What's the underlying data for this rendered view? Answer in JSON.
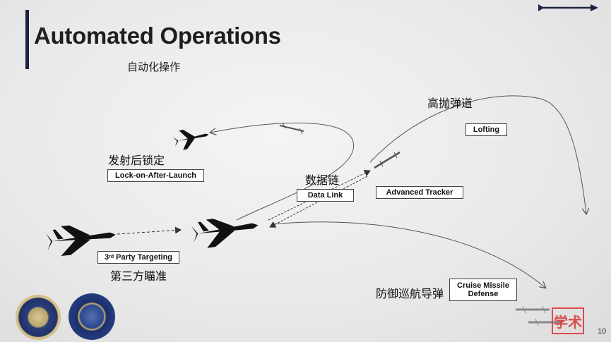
{
  "slide": {
    "title": "Automated Operations",
    "subtitle": "自动化操作",
    "page_number": "10"
  },
  "labels": {
    "lock_on_after_launch": {
      "zh": "发射后锁定",
      "en": "Lock-on-After-Launch"
    },
    "data_link": {
      "zh": "数据链",
      "en": "Data Link"
    },
    "advanced_tracker": {
      "en": "Advanced Tracker"
    },
    "lofting": {
      "zh": "高抛弹道",
      "en": "Lofting"
    },
    "third_party_targeting": {
      "zh": "第三方瞄准",
      "en_sup": "rd",
      "en_prefix": "3",
      "en_suffix": " Party Targeting"
    },
    "cruise_missile_defense": {
      "zh": "防御巡航导弹",
      "en_line1": "Cruise Missile",
      "en_line2": "Defense"
    }
  },
  "watermark": {
    "text": "学术"
  },
  "colors": {
    "title_bar": "#1c2340",
    "arrow_stroke": "#555555",
    "watermark": "#dd3333"
  },
  "icons": [
    "fighter-jet-icon",
    "missile-icon",
    "arrow-logo-icon",
    "seal-emblem-icon"
  ]
}
